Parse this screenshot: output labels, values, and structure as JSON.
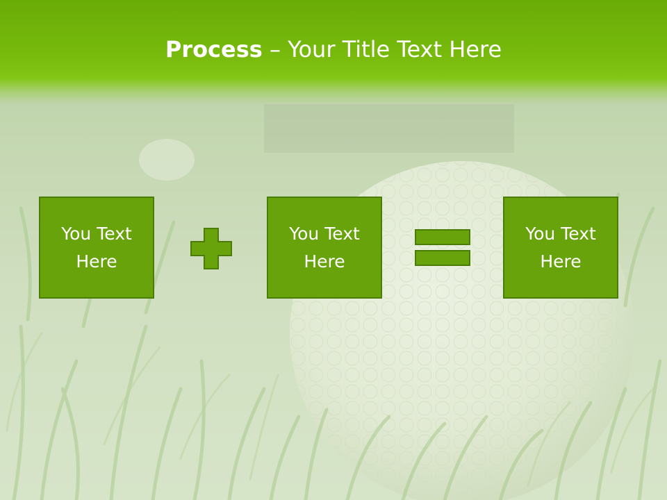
{
  "title": {
    "bold": "Process",
    "rest": " – Your Title Text Here"
  },
  "boxes": [
    {
      "label": "You Text Here"
    },
    {
      "label": "You Text Here"
    },
    {
      "label": "You Text Here"
    }
  ],
  "operators": [
    "plus-icon",
    "equals-icon"
  ],
  "colors": {
    "box_fill": "#68a30b",
    "box_border": "#4a7d06",
    "title_band": "#76b90d",
    "title_text": "#ffffff"
  }
}
